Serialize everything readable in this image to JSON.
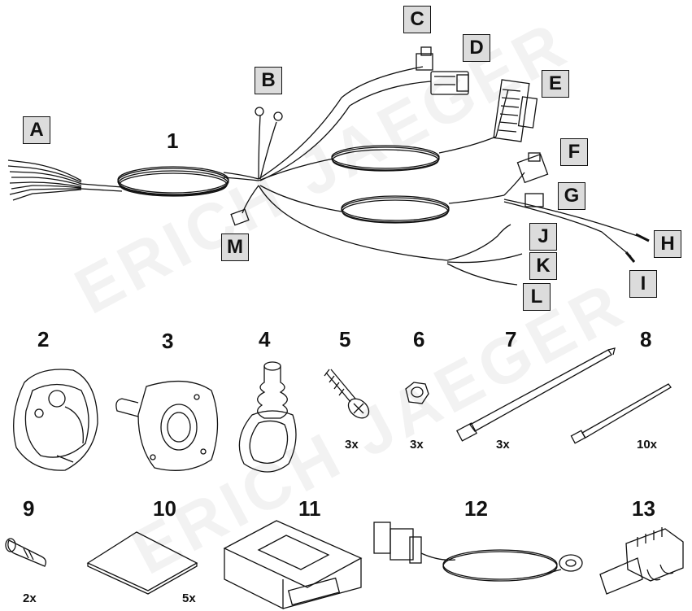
{
  "watermark": {
    "text": "ERICH JAEGER"
  },
  "harness": {
    "item_number": "1",
    "connector_labels": [
      "A",
      "B",
      "C",
      "D",
      "E",
      "F",
      "G",
      "H",
      "I",
      "J",
      "K",
      "L",
      "M"
    ]
  },
  "parts": [
    {
      "number": "2",
      "quantity": ""
    },
    {
      "number": "3",
      "quantity": ""
    },
    {
      "number": "4",
      "quantity": ""
    },
    {
      "number": "5",
      "quantity": "3x"
    },
    {
      "number": "6",
      "quantity": "3x"
    },
    {
      "number": "7",
      "quantity": "3x"
    },
    {
      "number": "8",
      "quantity": "10x"
    },
    {
      "number": "9",
      "quantity": "2x"
    },
    {
      "number": "10",
      "quantity": "5x"
    },
    {
      "number": "11",
      "quantity": ""
    },
    {
      "number": "12",
      "quantity": ""
    },
    {
      "number": "13",
      "quantity": ""
    }
  ]
}
